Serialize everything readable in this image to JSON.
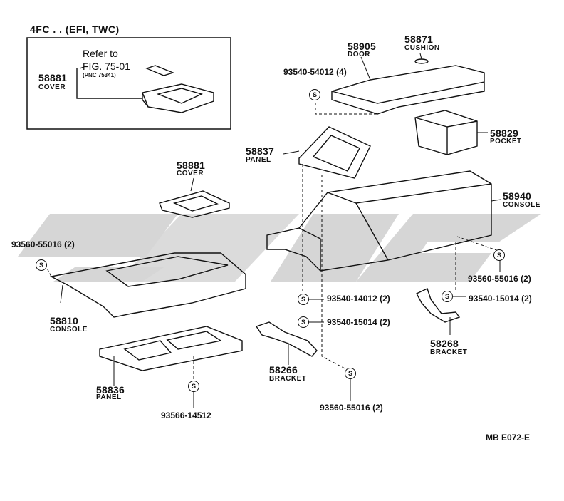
{
  "inset": {
    "header": "4FC . . (EFI, TWC)",
    "refer_line1": "Refer to",
    "refer_line2": "FIG. 75-01",
    "refer_pnc": "(PNC 75341)",
    "part_number": "58881",
    "part_name": "COVER"
  },
  "parts": {
    "door_num": "58905",
    "door_name": "DOOR",
    "cushion_num": "58871",
    "cushion_name": "CUSHION",
    "pocket_num": "58829",
    "pocket_name": "POCKET",
    "panel_upper_num": "58837",
    "panel_upper_name": "PANEL",
    "console_rear_num": "58940",
    "console_rear_name": "CONSOLE",
    "cover_num": "58881",
    "cover_name": "COVER",
    "console_front_num": "58810",
    "console_front_name": "CONSOLE",
    "panel_lower_num": "58836",
    "panel_lower_name": "PANEL",
    "bracket_left_num": "58266",
    "bracket_left_name": "BRACKET",
    "bracket_right_num": "58268",
    "bracket_right_name": "BRACKET"
  },
  "fasteners": {
    "f1": "93540-54012 (4)",
    "f2": "93560-55016 (2)",
    "f3": "93560-55016 (2)",
    "f4": "93540-14012 (2)",
    "f5": "93540-15014 (2)",
    "f6": "93540-15014 (2)",
    "f7": "93560-55016 (2)",
    "f8": "93566-14512"
  },
  "symbol": "S",
  "footer_code": "MB  E072-E",
  "colors": {
    "line": "#111111",
    "watermark": "#c8c8c8"
  }
}
